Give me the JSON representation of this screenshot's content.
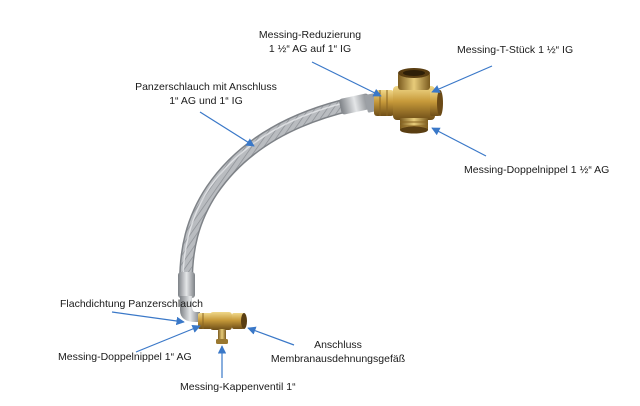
{
  "labels": {
    "reduzierung_1": "Messing-Reduzierung",
    "reduzierung_2": "1 ½“ AG auf 1“ IG",
    "tstueck": "Messing-T-Stück 1 ½“ IG",
    "schlauch_1": "Panzerschlauch mit Anschluss",
    "schlauch_2": "1“ AG und 1“ IG",
    "doppelnippel_gross": "Messing-Doppelnippel 1 ½“ AG",
    "flachdichtung": "Flachdichtung Panzerschlauch",
    "anschluss_1": "Anschluss",
    "anschluss_2": "Membranausdehnungsgefäß",
    "doppelnippel_klein": "Messing-Doppelnippel 1“ AG",
    "kappenventil": "Messing-Kappenventil 1“"
  },
  "colors": {
    "arrow": "#3a78c8",
    "brass": "#c79a3a",
    "steel": "#a9adb2"
  }
}
